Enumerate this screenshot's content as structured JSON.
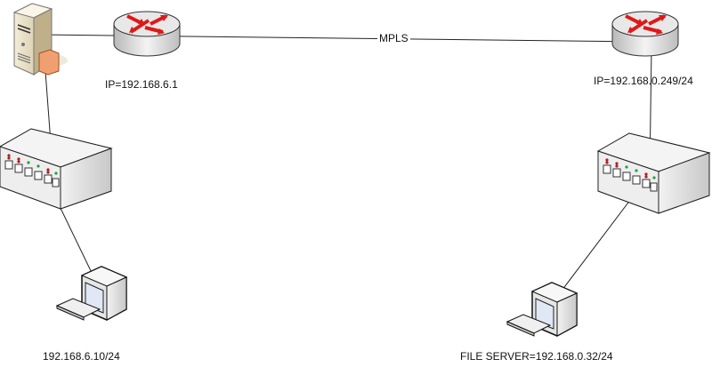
{
  "diagram": {
    "wan_label": "MPLS",
    "left_site": {
      "router_label": "IP=192.168.6.1",
      "pc_label": "192.168.6.10/24"
    },
    "right_site": {
      "router_label": "IP=192.168.0.249/24",
      "pc_label": "FILE SERVER=192.168.0.32/24"
    }
  },
  "colors": {
    "router_arrow": "#e01818",
    "led_red": "#b02020",
    "led_green": "#20a040",
    "line": "#222222"
  }
}
